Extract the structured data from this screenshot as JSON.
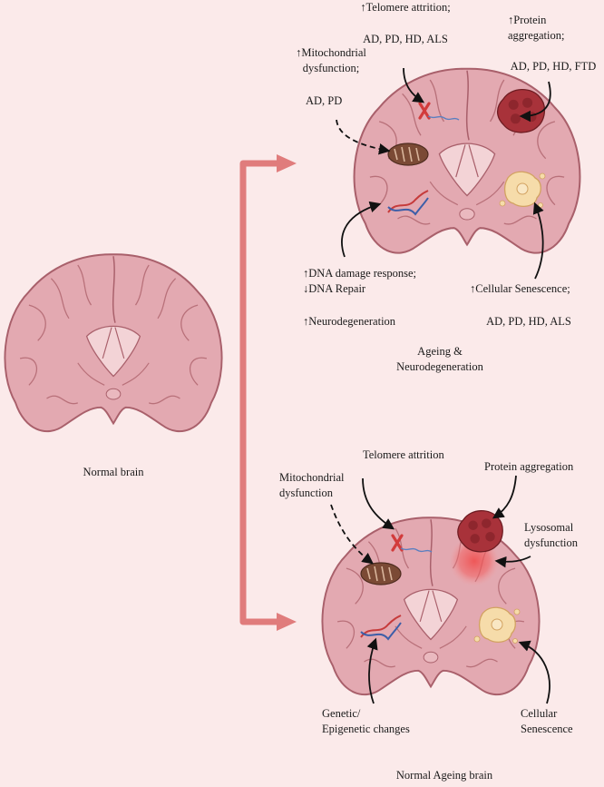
{
  "normal": {
    "caption": "Normal brain"
  },
  "neuro": {
    "caption_line1": "Ageing &",
    "caption_line2": "Neurodegeneration",
    "telomere_title": "↑Telomere attrition;",
    "telomere_diseases": "AD, PD, HD, ALS",
    "protein_title_line1": "↑Protein",
    "protein_title_line2": "aggregation;",
    "protein_diseases": "AD, PD, HD, FTD",
    "mito_title_line1": "↑Mitochondrial",
    "mito_title_line2": "dysfunction;",
    "mito_diseases": "AD, PD",
    "dna_line1": "↑DNA damage response;",
    "dna_line2": "↓DNA Repair",
    "neurodegeneration": "↑Neurodegeneration",
    "senescence_title": "↑Cellular Senescence;",
    "senescence_diseases": "AD, PD, HD, ALS"
  },
  "ageing": {
    "caption": "Normal Ageing brain",
    "telomere": "Telomere attrition",
    "protein": "Protein aggregation",
    "mito_line1": "Mitochondrial",
    "mito_line2": "dysfunction",
    "lysosomal_line1": "Lysosomal",
    "lysosomal_line2": "dysfunction",
    "genetic_line1": "Genetic/",
    "genetic_line2": "Epigenetic changes",
    "senescence_line1": "Cellular",
    "senescence_line2": "Senescence"
  },
  "colors": {
    "background": "#fbeaea",
    "brain_fill": "#e3a9b1",
    "brain_stroke": "#a9606b",
    "connector": "#e07c7c",
    "protein": "#a8323a",
    "senescent_cell": "#f6dcaa",
    "mitochondrion": "#7b4a35",
    "lysosome": "#f05a5a"
  }
}
